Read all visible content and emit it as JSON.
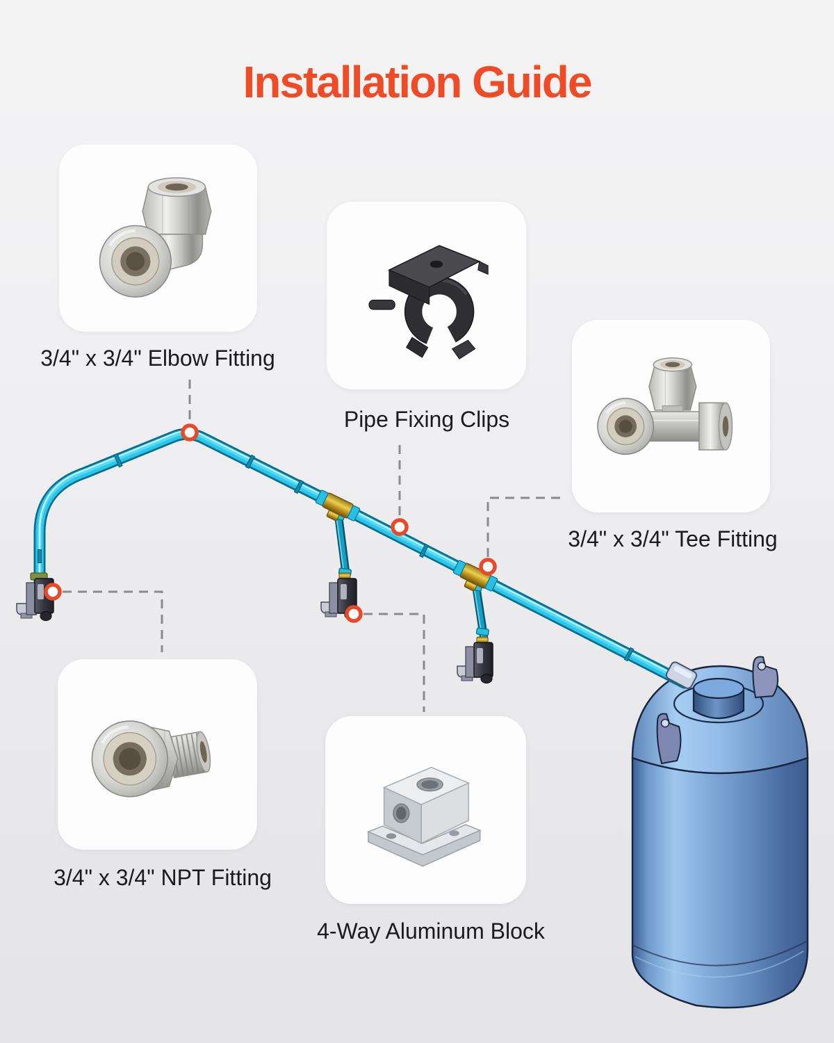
{
  "title": "Installation Guide",
  "colors": {
    "accent": "#F04B27",
    "label_text": "#1B1B1E",
    "marker_ring": "#E9492B",
    "pipe_core": "#2CC5EA",
    "pipe_edge": "#0A6F8E",
    "callout_dash": "#8B8B8D",
    "tank_blue": "#7BA4D4"
  },
  "items": [
    {
      "id": "elbow-fitting",
      "label": "3/4\" x 3/4\" Elbow Fitting"
    },
    {
      "id": "pipe-fixing-clips",
      "label": "Pipe Fixing Clips"
    },
    {
      "id": "tee-fitting",
      "label": "3/4\" x 3/4\" Tee Fitting"
    },
    {
      "id": "npt-fitting",
      "label": "3/4\" x 3/4\" NPT Fitting"
    },
    {
      "id": "aluminum-block",
      "label": "4-Way Aluminum Block"
    }
  ]
}
